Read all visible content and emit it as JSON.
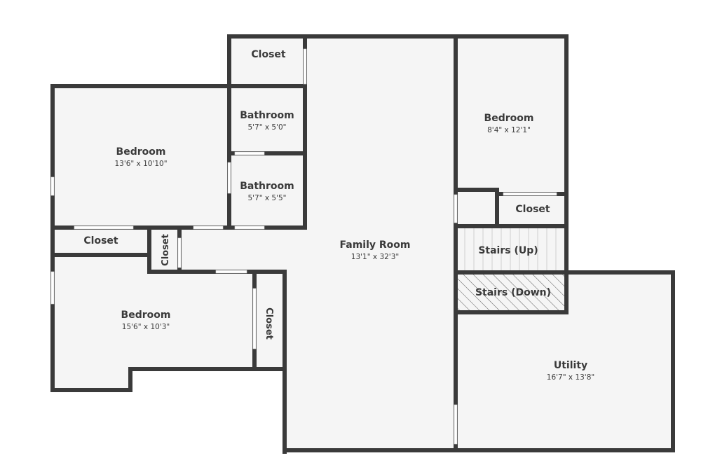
{
  "colors": {
    "wall": "#3a3a3a",
    "floor": "#f5f5f5",
    "background": "#ffffff",
    "text": "#3a3a3a"
  },
  "rooms": {
    "closet_top": {
      "name": "Closet"
    },
    "bathroom_1": {
      "name": "Bathroom",
      "dimensions": "5'7\" x 5'0\""
    },
    "bathroom_2": {
      "name": "Bathroom",
      "dimensions": "5'7\" x 5'5\""
    },
    "bedroom_left": {
      "name": "Bedroom",
      "dimensions": "13'6\" x 10'10\""
    },
    "closet_left": {
      "name": "Closet"
    },
    "closet_small": {
      "name": "Closet"
    },
    "bedroom_bottom": {
      "name": "Bedroom",
      "dimensions": "15'6\" x 10'3\""
    },
    "closet_bottom": {
      "name": "Closet"
    },
    "family_room": {
      "name": "Family Room",
      "dimensions": "13'1\" x 32'3\""
    },
    "bedroom_right": {
      "name": "Bedroom",
      "dimensions": "8'4\" x 12'1\""
    },
    "closet_right": {
      "name": "Closet"
    },
    "stairs_up": {
      "name": "Stairs (Up)"
    },
    "stairs_down": {
      "name": "Stairs (Down)"
    },
    "utility": {
      "name": "Utility",
      "dimensions": "16'7\" x 13'8\""
    }
  }
}
